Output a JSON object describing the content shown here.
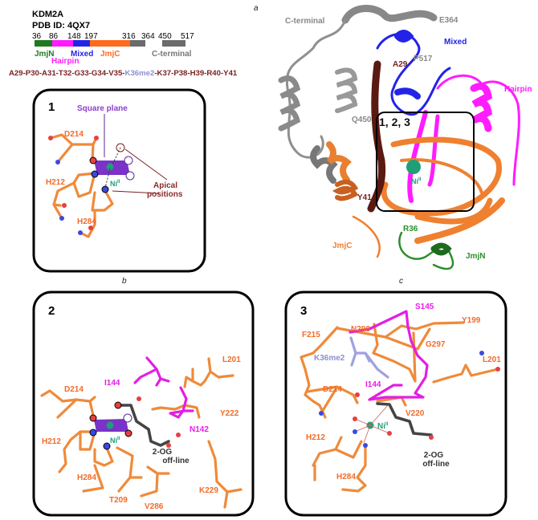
{
  "panel_letters": {
    "a": "a",
    "b": "b",
    "c": "c"
  },
  "header": {
    "protein": "KDM2A",
    "pdb": "PDB ID: 4QX7"
  },
  "domain_bar": {
    "residue_numbers": [
      "36",
      "86",
      "148",
      "197",
      "316",
      "364",
      "450",
      "517"
    ],
    "domains": [
      {
        "label": "JmjN",
        "color": "#1e7a1e"
      },
      {
        "label": "Hairpin",
        "color": "#ff1cff"
      },
      {
        "label": "Mixed",
        "color": "#2323e8"
      },
      {
        "label": "JmjC",
        "color": "#ff6a1c"
      },
      {
        "label": "C-terminal",
        "color": "#6b6b6b"
      }
    ]
  },
  "peptide": {
    "before": "A29-P30-A31-T32-G33-G34-V35-",
    "mod": "K36me2",
    "after": "-K37-P38-H39-R40-Y41",
    "color": "#7a1f1f",
    "mod_color": "#8c8fd0"
  },
  "structure": {
    "labels": {
      "c_terminal": "C-terminal",
      "e364": "E364",
      "mixed": "Mixed",
      "a29": "A29",
      "p517": "P517",
      "hairpin": "Hairpin",
      "q450": "Q450",
      "box": "1, 2, 3",
      "y41": "Y41",
      "r36": "R36",
      "jmjc": "JmjC",
      "jmjn": "JmjN",
      "ni": "Ni",
      "ni_sup": "II"
    }
  },
  "panel1": {
    "number": "1",
    "square_plane": "Square plane",
    "apical": [
      "Apical",
      "positions"
    ],
    "residues": {
      "d214": "D214",
      "h212": "H212",
      "h284": "H284"
    },
    "ni": "Ni",
    "ni_sup": "II"
  },
  "panel2": {
    "number": "2",
    "residues": {
      "d214": "D214",
      "h212": "H212",
      "h284": "H284",
      "t209": "T209",
      "v286": "V286",
      "k229": "K229",
      "i144": "I144",
      "l201": "L201",
      "y222": "Y222",
      "n142": "N142"
    },
    "ogl": [
      "2-OG",
      "off-line"
    ],
    "ni": "Ni",
    "ni_sup": "II"
  },
  "panel3": {
    "number": "3",
    "residues": {
      "s145": "S145",
      "y199": "Y199",
      "f215": "F215",
      "n298": "N298",
      "g297": "G297",
      "k36me2": "K36me2",
      "l201": "L201",
      "i144": "I144",
      "d214": "D214",
      "v220": "V220",
      "h212": "H212",
      "h284": "H284"
    },
    "ogl": [
      "2-OG",
      "off-line"
    ],
    "ni": "Ni",
    "ni_sup": "II"
  }
}
